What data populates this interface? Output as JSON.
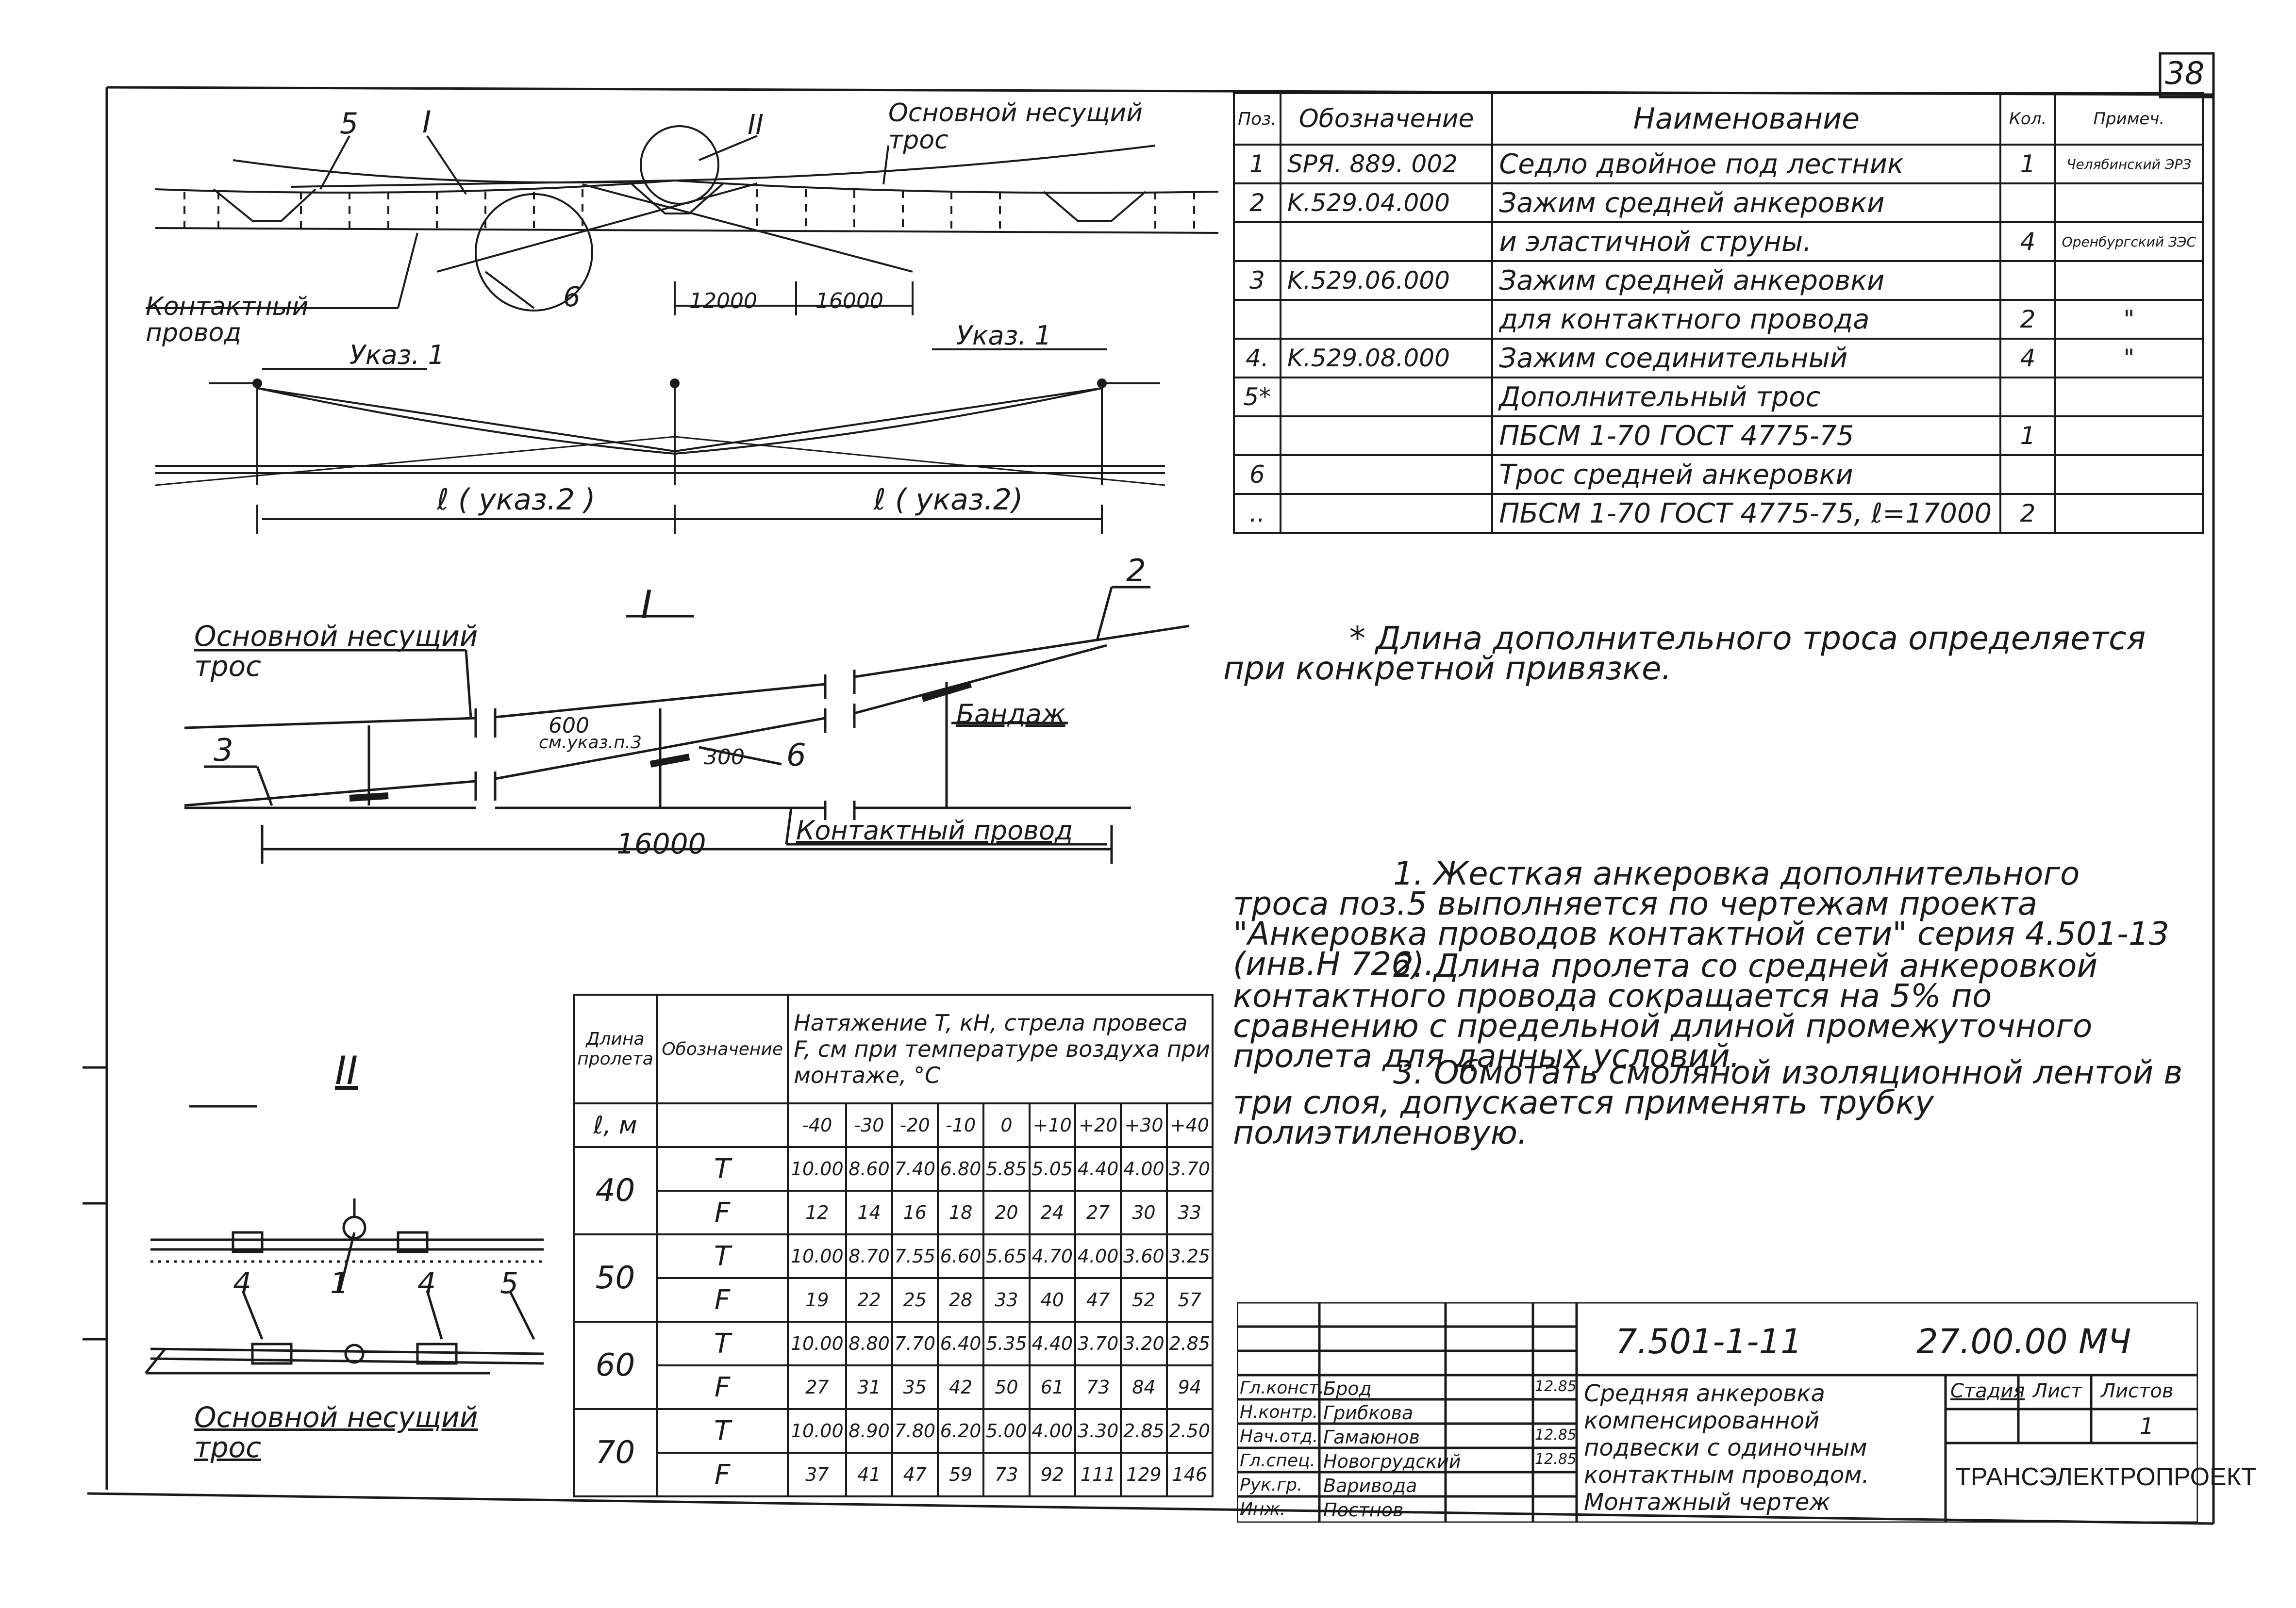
{
  "sheet_no": "38",
  "spec_table": {
    "headers": {
      "pos": "Поз.",
      "designation": "Обозначение",
      "name": "Наименование",
      "qty": "Кол.",
      "note": "Примеч."
    },
    "rows": [
      {
        "pos": "1",
        "designation": "SPЯ. 889. 002",
        "name": "Седло двойное под лестник",
        "qty": "1",
        "note": "Челябинский ЭРЗ"
      },
      {
        "pos": "2",
        "designation": "K.529.04.000",
        "name": "Зажим средней анкеровки",
        "qty": "",
        "note": ""
      },
      {
        "pos": "",
        "designation": "",
        "name": "и эластичной струны.",
        "qty": "4",
        "note": "Оренбургский ЗЭС"
      },
      {
        "pos": "3",
        "designation": "K.529.06.000",
        "name": "Зажим средней анкеровки",
        "qty": "",
        "note": ""
      },
      {
        "pos": "",
        "designation": "",
        "name": "для контактного провода",
        "qty": "2",
        "note": "\""
      },
      {
        "pos": "4.",
        "designation": "K.529.08.000",
        "name": "Зажим соединительный",
        "qty": "4",
        "note": "\""
      },
      {
        "pos": "5*",
        "designation": "",
        "name": "Дополнительный трос",
        "qty": "",
        "note": ""
      },
      {
        "pos": "",
        "designation": "",
        "name": "ПБСМ 1-70 ГОСТ 4775-75",
        "qty": "1",
        "note": ""
      },
      {
        "pos": "6",
        "designation": "",
        "name": "Трос средней анкеровки",
        "qty": "",
        "note": ""
      },
      {
        "pos": "..",
        "designation": "",
        "name": "ПБСМ 1-70 ГОСТ 4775-75, ℓ=17000",
        "qty": "2",
        "note": ""
      }
    ]
  },
  "footnote": "* Длина дополнительного троса определяется при конкретной привязке.",
  "notes": [
    "1. Жесткая анкеровка дополнительного троса поз.5 выполняется по чертежам проекта \"Анкеровка проводов контактной сети\" серия 4.501-13 (инв.Н 726).",
    "2. Длина пролета со средней анкеровкой контактного провода сокращается на 5% по сравнению с предельной длиной промежуточного пролета для данных условий.",
    "3. Обмотать смоляной изоляционной лентой в три слоя, допускается применять трубку полиэтиленовую."
  ],
  "diagram_top": {
    "label_5": "5",
    "label_I": "I",
    "label_II": "II",
    "main_wire": "Основной несущий трос",
    "contact_wire": "Контактный провод",
    "label_6": "6",
    "dim_12000": "12000",
    "dim_16000": "16000",
    "ukaz1_left": "Указ. 1",
    "ukaz1_right": "Указ. 1",
    "span_left": "ℓ ( указ.2 )",
    "span_right": "ℓ ( указ.2)"
  },
  "detail_I": {
    "title": "I",
    "main_wire": "Основной несущий трос",
    "label_3": "3",
    "label_2": "2",
    "label_6": "6",
    "dim_600": "600",
    "ref": "см.указ.п.3",
    "dim_300": "300",
    "bandage": "Бандаж",
    "dim_16000": "16000",
    "contact_wire": "Контактный провод"
  },
  "detail_II": {
    "title": "II",
    "label_4a": "4",
    "label_1": "1",
    "label_4b": "4",
    "label_5": "5",
    "main_wire": "Основной несущий трос"
  },
  "tension_table": {
    "h_span": "Длина пролета",
    "h_span_unit": "ℓ, м",
    "h_desig": "Обозначение",
    "h_main": "Натяжение T, кН, стрела провеса F, см при температуре воздуха при монтаже, °С",
    "temps": [
      "-40",
      "-30",
      "-20",
      "-10",
      "0",
      "+10",
      "+20",
      "+30",
      "+40"
    ],
    "rows": [
      {
        "span": "40",
        "T": [
          "10.00",
          "8.60",
          "7.40",
          "6.80",
          "5.85",
          "5.05",
          "4.40",
          "4.00",
          "3.70"
        ],
        "F": [
          "12",
          "14",
          "16",
          "18",
          "20",
          "24",
          "27",
          "30",
          "33"
        ]
      },
      {
        "span": "50",
        "T": [
          "10.00",
          "8.70",
          "7.55",
          "6.60",
          "5.65",
          "4.70",
          "4.00",
          "3.60",
          "3.25"
        ],
        "F": [
          "19",
          "22",
          "25",
          "28",
          "33",
          "40",
          "47",
          "52",
          "57"
        ]
      },
      {
        "span": "60",
        "T": [
          "10.00",
          "8.80",
          "7.70",
          "6.40",
          "5.35",
          "4.40",
          "3.70",
          "3.20",
          "2.85"
        ],
        "F": [
          "27",
          "31",
          "35",
          "42",
          "50",
          "61",
          "73",
          "84",
          "94"
        ]
      },
      {
        "span": "70",
        "T": [
          "10.00",
          "8.90",
          "7.80",
          "6.20",
          "5.00",
          "4.00",
          "3.30",
          "2.85",
          "2.50"
        ],
        "F": [
          "37",
          "41",
          "47",
          "59",
          "73",
          "92",
          "111",
          "129",
          "146"
        ]
      }
    ]
  },
  "title_block": {
    "code": "7.501-1-11",
    "doc": "27.00.00 МЧ",
    "title": "Средняя анкеровка компенсированной подвески с одиночным контактным проводом. Монтажный чертеж",
    "stage": "Стадия",
    "sheet": "Лист",
    "sheets": "Листов",
    "sheets_val": "1",
    "org": "ТРАНСЭЛЕКТРОПРОЕКТ",
    "people": [
      {
        "role": "Гл.конст.",
        "name": "Брод",
        "date": "12.85"
      },
      {
        "role": "Н.контр.",
        "name": "Грибкова",
        "date": ""
      },
      {
        "role": "Нач.отд.",
        "name": "Гамаюнов",
        "date": "12.85"
      },
      {
        "role": "Гл.спец.",
        "name": "Новогрудский",
        "date": "12.85"
      },
      {
        "role": "Рук.гр.",
        "name": "Варивода",
        "date": ""
      },
      {
        "role": "Инж.",
        "name": "Постнов",
        "date": ""
      }
    ]
  }
}
